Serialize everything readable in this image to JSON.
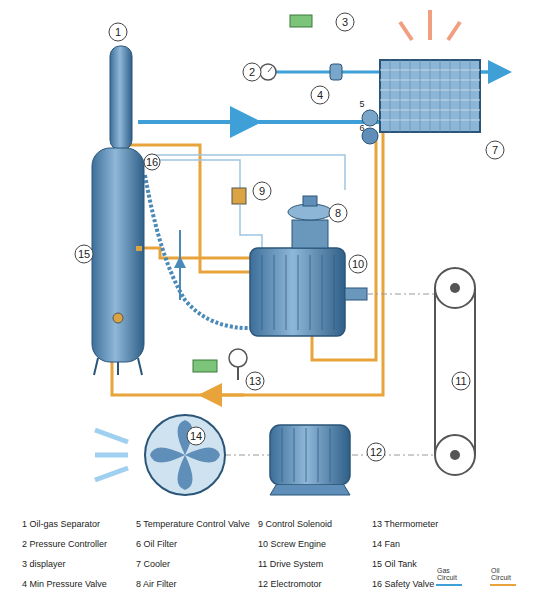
{
  "diagram": {
    "labels": [
      "1",
      "2",
      "3",
      "4",
      "5",
      "6",
      "7",
      "8",
      "9",
      "10",
      "11",
      "12",
      "13",
      "14",
      "15",
      "16",
      "1 Oil-gas Separator",
      "2 Pressure Controller",
      "3 displayer",
      "4 Min Pressure Valve",
      "5 Temperature Control Valve",
      "6 Oil Filter",
      "7 Cooler",
      "8 Air Filter",
      "9 Control Solenoid",
      "10 Screw Engine",
      "11 Drive System",
      "12 Electromotor",
      "13 Thermometer",
      "14 Fan",
      "15 Oil Tank",
      "16 Safety Valve"
    ],
    "legend": [
      {
        "text": "Gas Circuit"
      },
      {
        "text": "Oil Circuit"
      }
    ]
  }
}
